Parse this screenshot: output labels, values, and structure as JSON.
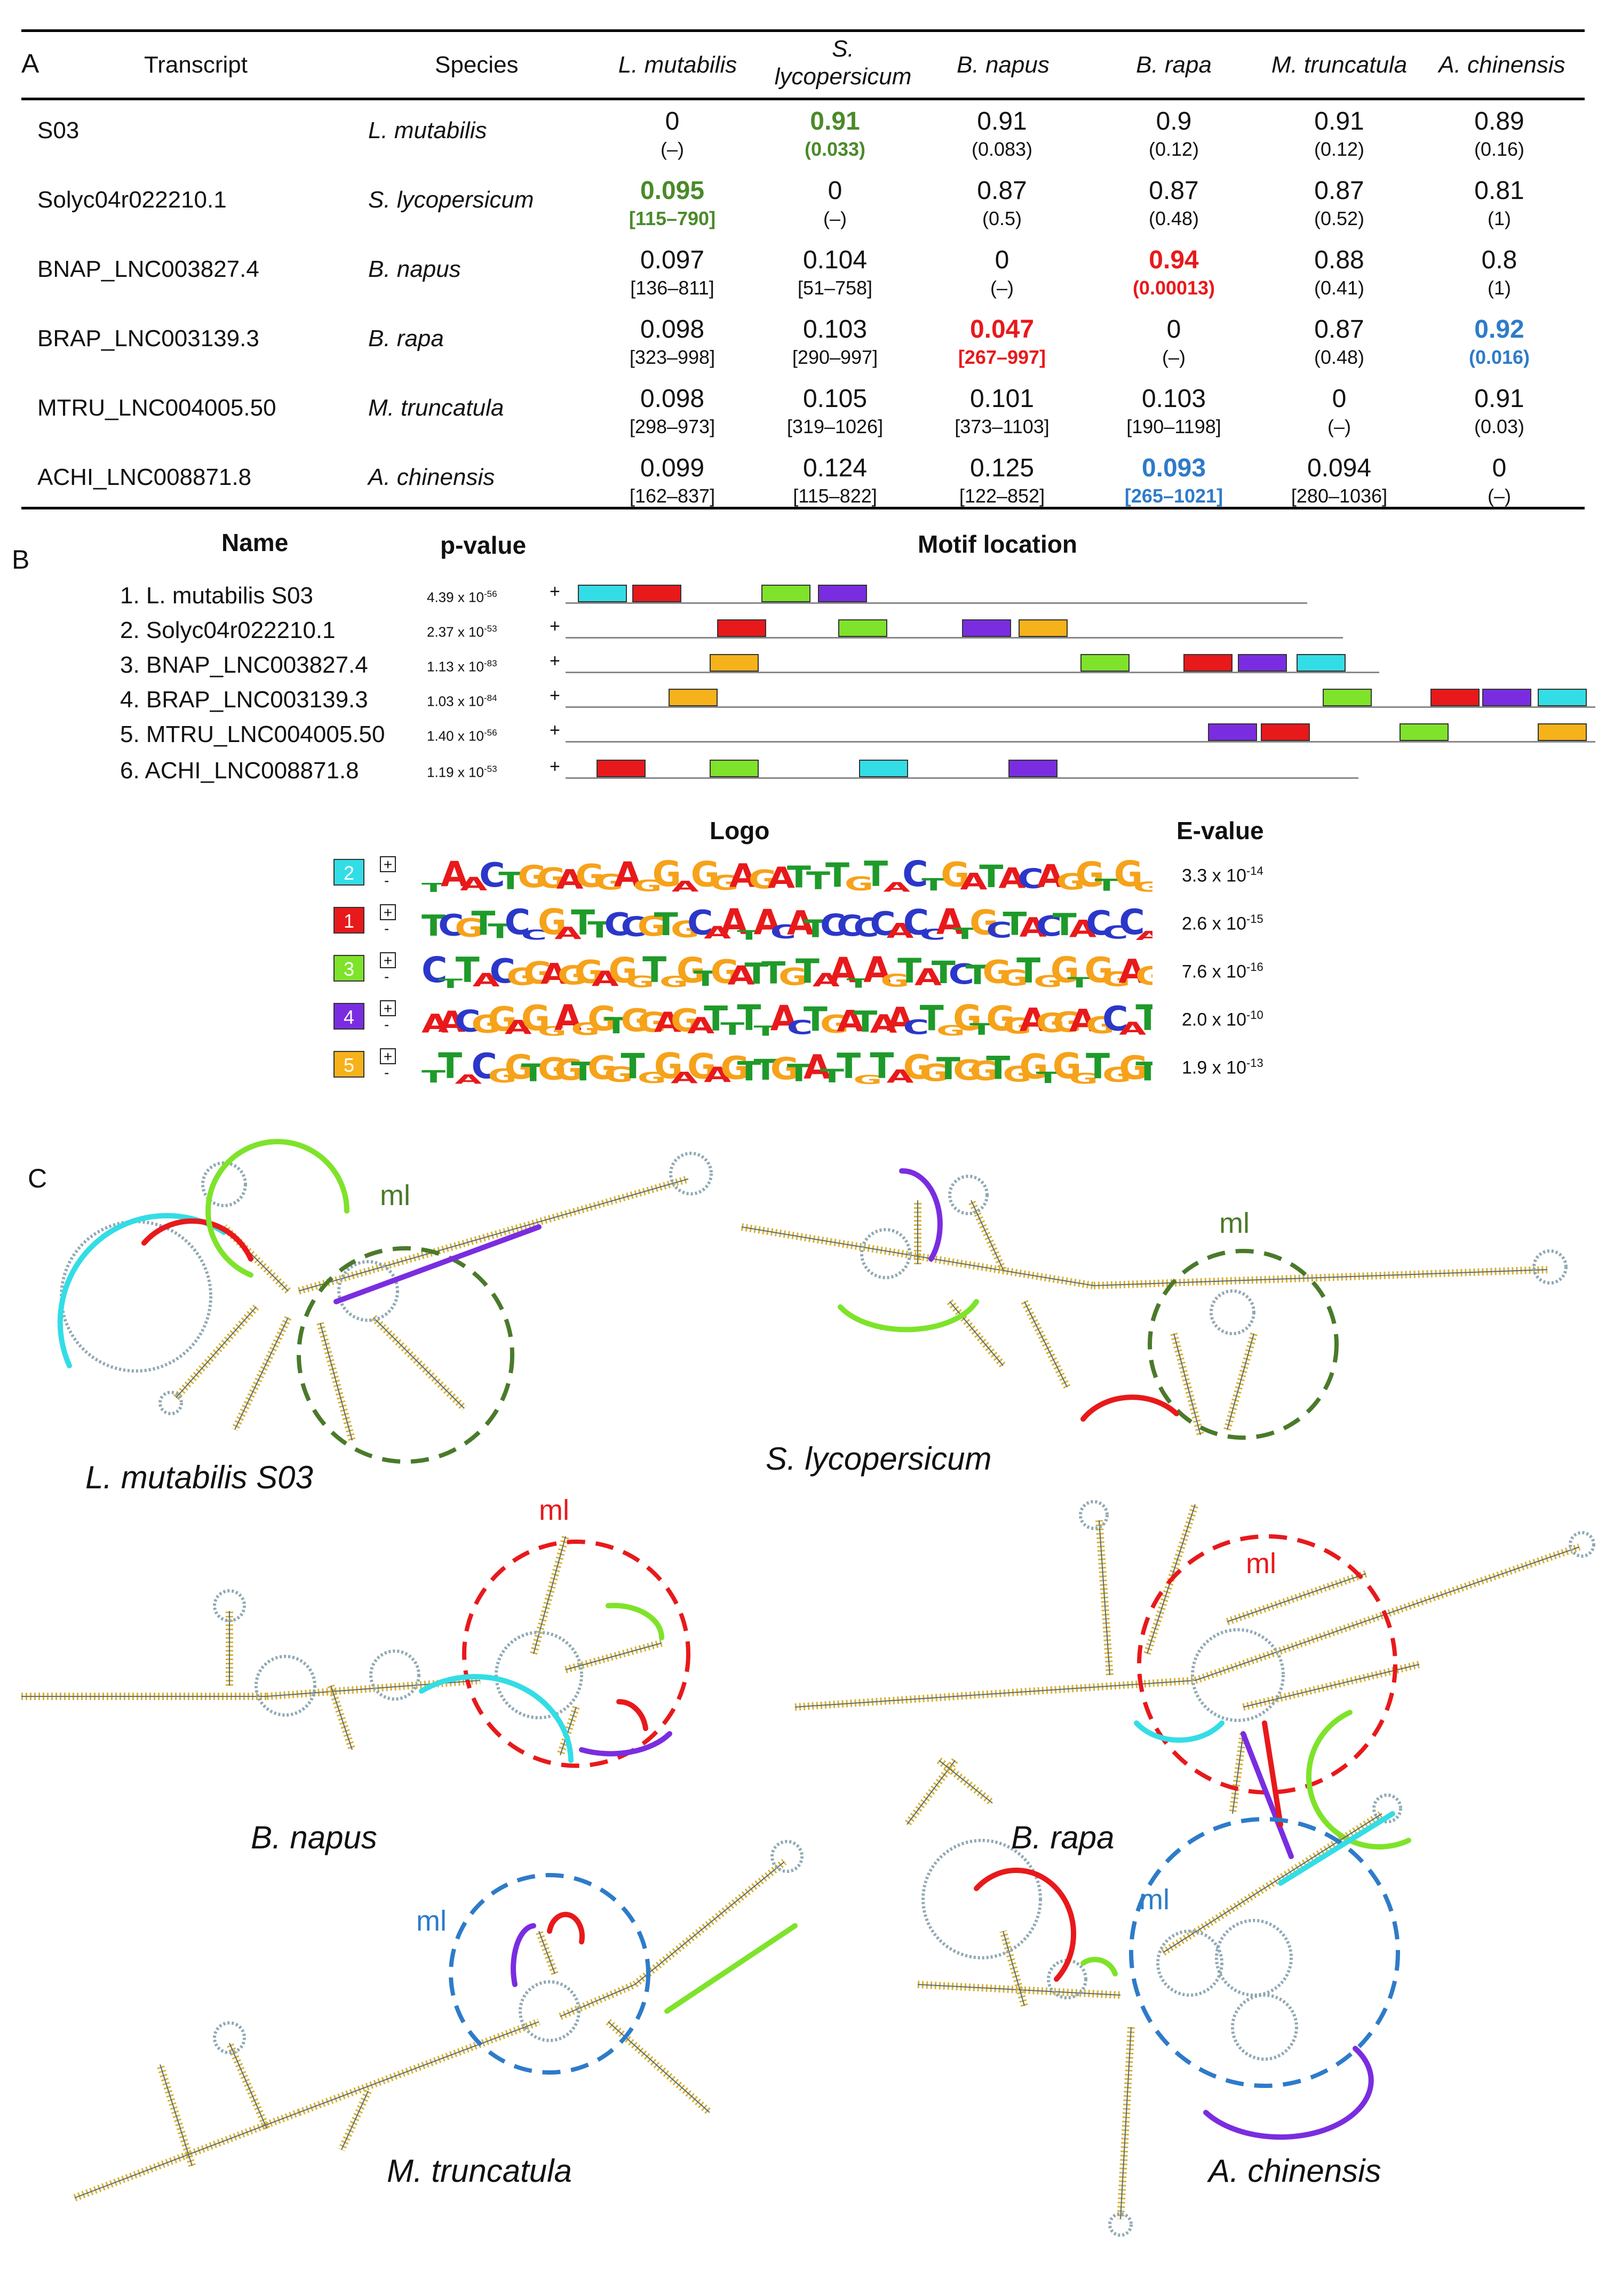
{
  "panels": {
    "a": "A",
    "b": "B",
    "c": "C"
  },
  "table": {
    "headers": {
      "transcript": "Transcript",
      "species": "Species",
      "cols": [
        "L. mutabilis",
        "S. lycopersicum",
        "B. napus",
        "B. rapa",
        "M. truncatula",
        "A. chinensis"
      ]
    },
    "rows": [
      {
        "transcript": "S03",
        "species": "L. mutabilis",
        "cells": [
          {
            "v": "0",
            "s": "(–)",
            "c": ""
          },
          {
            "v": "0.91",
            "s": "(0.033)",
            "c": "green"
          },
          {
            "v": "0.91",
            "s": "(0.083)",
            "c": ""
          },
          {
            "v": "0.9",
            "s": "(0.12)",
            "c": ""
          },
          {
            "v": "0.91",
            "s": "(0.12)",
            "c": ""
          },
          {
            "v": "0.89",
            "s": "(0.16)",
            "c": ""
          }
        ]
      },
      {
        "transcript": "Solyc04r022210.1",
        "species": "S. lycopersicum",
        "cells": [
          {
            "v": "0.095",
            "s": "[115–790]",
            "c": "green"
          },
          {
            "v": "0",
            "s": "(–)",
            "c": ""
          },
          {
            "v": "0.87",
            "s": "(0.5)",
            "c": ""
          },
          {
            "v": "0.87",
            "s": "(0.48)",
            "c": ""
          },
          {
            "v": "0.87",
            "s": "(0.52)",
            "c": ""
          },
          {
            "v": "0.81",
            "s": "(1)",
            "c": ""
          }
        ]
      },
      {
        "transcript": "BNAP_LNC003827.4",
        "species": "B. napus",
        "cells": [
          {
            "v": "0.097",
            "s": "[136–811]",
            "c": ""
          },
          {
            "v": "0.104",
            "s": "[51–758]",
            "c": ""
          },
          {
            "v": "0",
            "s": "(–)",
            "c": ""
          },
          {
            "v": "0.94",
            "s": "(0.00013)",
            "c": "red"
          },
          {
            "v": "0.88",
            "s": "(0.41)",
            "c": ""
          },
          {
            "v": "0.8",
            "s": "(1)",
            "c": ""
          }
        ]
      },
      {
        "transcript": "BRAP_LNC003139.3",
        "species": "B. rapa",
        "cells": [
          {
            "v": "0.098",
            "s": "[323–998]",
            "c": ""
          },
          {
            "v": "0.103",
            "s": "[290–997]",
            "c": ""
          },
          {
            "v": "0.047",
            "s": "[267–997]",
            "c": "red"
          },
          {
            "v": "0",
            "s": "(–)",
            "c": ""
          },
          {
            "v": "0.87",
            "s": "(0.48)",
            "c": ""
          },
          {
            "v": "0.92",
            "s": "(0.016)",
            "c": "blue"
          }
        ]
      },
      {
        "transcript": "MTRU_LNC004005.50",
        "species": "M. truncatula",
        "cells": [
          {
            "v": "0.098",
            "s": "[298–973]",
            "c": ""
          },
          {
            "v": "0.105",
            "s": "[319–1026]",
            "c": ""
          },
          {
            "v": "0.101",
            "s": "[373–1103]",
            "c": ""
          },
          {
            "v": "0.103",
            "s": "[190–1198]",
            "c": ""
          },
          {
            "v": "0",
            "s": "(–)",
            "c": ""
          },
          {
            "v": "0.91",
            "s": "(0.03)",
            "c": ""
          }
        ]
      },
      {
        "transcript": "ACHI_LNC008871.8",
        "species": "A. chinensis",
        "cells": [
          {
            "v": "0.099",
            "s": "[162–837]",
            "c": ""
          },
          {
            "v": "0.124",
            "s": "[115–822]",
            "c": ""
          },
          {
            "v": "0.125",
            "s": "[122–852]",
            "c": ""
          },
          {
            "v": "0.093",
            "s": "[265–1021]",
            "c": "blue"
          },
          {
            "v": "0.094",
            "s": "[280–1036]",
            "c": ""
          },
          {
            "v": "0",
            "s": "(–)",
            "c": ""
          }
        ]
      }
    ]
  },
  "motifs": {
    "headers": {
      "name": "Name",
      "pvalue": "p-value",
      "location": "Motif location"
    },
    "colors": {
      "1": "#e8191b",
      "2": "#33dde6",
      "3": "#7ee32a",
      "4": "#7a2de0",
      "5": "#f6b21a"
    },
    "sequences": [
      {
        "name": "1. L. mutabilis S03",
        "p_mant": "4.39 x 10",
        "p_exp": "-56",
        "strand": "+",
        "length_frac": 0.72,
        "hits": [
          {
            "m": "2",
            "pos": 0.012
          },
          {
            "m": "1",
            "pos": 0.065
          },
          {
            "m": "3",
            "pos": 0.19
          },
          {
            "m": "4",
            "pos": 0.245
          }
        ]
      },
      {
        "name": "2. Solyc04r022210.1",
        "p_mant": "2.37 x 10",
        "p_exp": "-53",
        "strand": "+",
        "length_frac": 0.755,
        "hits": [
          {
            "m": "1",
            "pos": 0.147
          },
          {
            "m": "3",
            "pos": 0.265
          },
          {
            "m": "4",
            "pos": 0.385
          },
          {
            "m": "5",
            "pos": 0.44
          }
        ]
      },
      {
        "name": "3. BNAP_LNC003827.4",
        "p_mant": "1.13 x 10",
        "p_exp": "-83",
        "strand": "+",
        "length_frac": 0.79,
        "hits": [
          {
            "m": "5",
            "pos": 0.14
          },
          {
            "m": "3",
            "pos": 0.5
          },
          {
            "m": "1",
            "pos": 0.6
          },
          {
            "m": "4",
            "pos": 0.653
          },
          {
            "m": "2",
            "pos": 0.71
          }
        ]
      },
      {
        "name": "4. BRAP_LNC003139.3",
        "p_mant": "1.03 x 10",
        "p_exp": "-84",
        "strand": "+",
        "length_frac": 1.0,
        "hits": [
          {
            "m": "5",
            "pos": 0.1
          },
          {
            "m": "3",
            "pos": 0.735
          },
          {
            "m": "1",
            "pos": 0.84
          },
          {
            "m": "4",
            "pos": 0.89
          },
          {
            "m": "2",
            "pos": 0.944
          }
        ]
      },
      {
        "name": "5. MTRU_LNC004005.50",
        "p_mant": "1.40 x 10",
        "p_exp": "-56",
        "strand": "+",
        "length_frac": 1.0,
        "hits": [
          {
            "m": "4",
            "pos": 0.624
          },
          {
            "m": "1",
            "pos": 0.675
          },
          {
            "m": "3",
            "pos": 0.81
          },
          {
            "m": "5",
            "pos": 0.944
          }
        ]
      },
      {
        "name": "6. ACHI_LNC008871.8",
        "p_mant": "1.19 x 10",
        "p_exp": "-53",
        "strand": "+",
        "length_frac": 0.77,
        "hits": [
          {
            "m": "1",
            "pos": 0.03
          },
          {
            "m": "3",
            "pos": 0.14
          },
          {
            "m": "2",
            "pos": 0.285
          },
          {
            "m": "4",
            "pos": 0.43
          }
        ]
      }
    ],
    "logo_header": "Logo",
    "evalue_header": "E-value",
    "logos": [
      {
        "id": "2",
        "plus": "+",
        "minus": "-",
        "seq": "TAACTGGAGGAGGAGGAGATTTGTACTGATACAGGTGG",
        "e_mant": "3.3 x 10",
        "e_exp": "-14"
      },
      {
        "id": "1",
        "plus": "+",
        "minus": "-",
        "seq": "TCGTTCCGATTCCGTGCAATACATCCCCACCATGCTACTACCCA",
        "e_mant": "2.6 x 10",
        "e_exp": "-15"
      },
      {
        "id": "3",
        "plus": "+",
        "minus": "-",
        "seq": "CTTACGGAGGAGGTGGTGATTGTAATAGTATCTGGTGGTGGAG",
        "e_mant": "7.6 x 10",
        "e_exp": "-16"
      },
      {
        "id": "4",
        "plus": "+",
        "minus": "-",
        "seq": "AACGGAGGAGGTGGAGATTTTACTGATAACTGGTGGAGGAGCAT",
        "e_mant": "2.0 x 10",
        "e_exp": "-10"
      },
      {
        "id": "5",
        "plus": "+",
        "minus": "-",
        "seq": "TTACGGTGGTGGTGGAGAGTTGTATTGTAGGTGGTGGTGGTGGT",
        "e_mant": "1.9 x 10",
        "e_exp": "-13"
      }
    ]
  },
  "structures": {
    "ml_label": "ml",
    "species": [
      "L. mutabilis S03",
      "S. lycopersicum",
      "B. napus",
      "B. rapa",
      "M. truncatula",
      "A. chinensis"
    ],
    "loop_colors": {
      "lmu": "#4a7a2a",
      "sly": "#4a7a2a",
      "bna": "#e8191b",
      "bra": "#e8191b",
      "mtr": "#2e7bc9",
      "ach": "#2e7bc9"
    }
  }
}
